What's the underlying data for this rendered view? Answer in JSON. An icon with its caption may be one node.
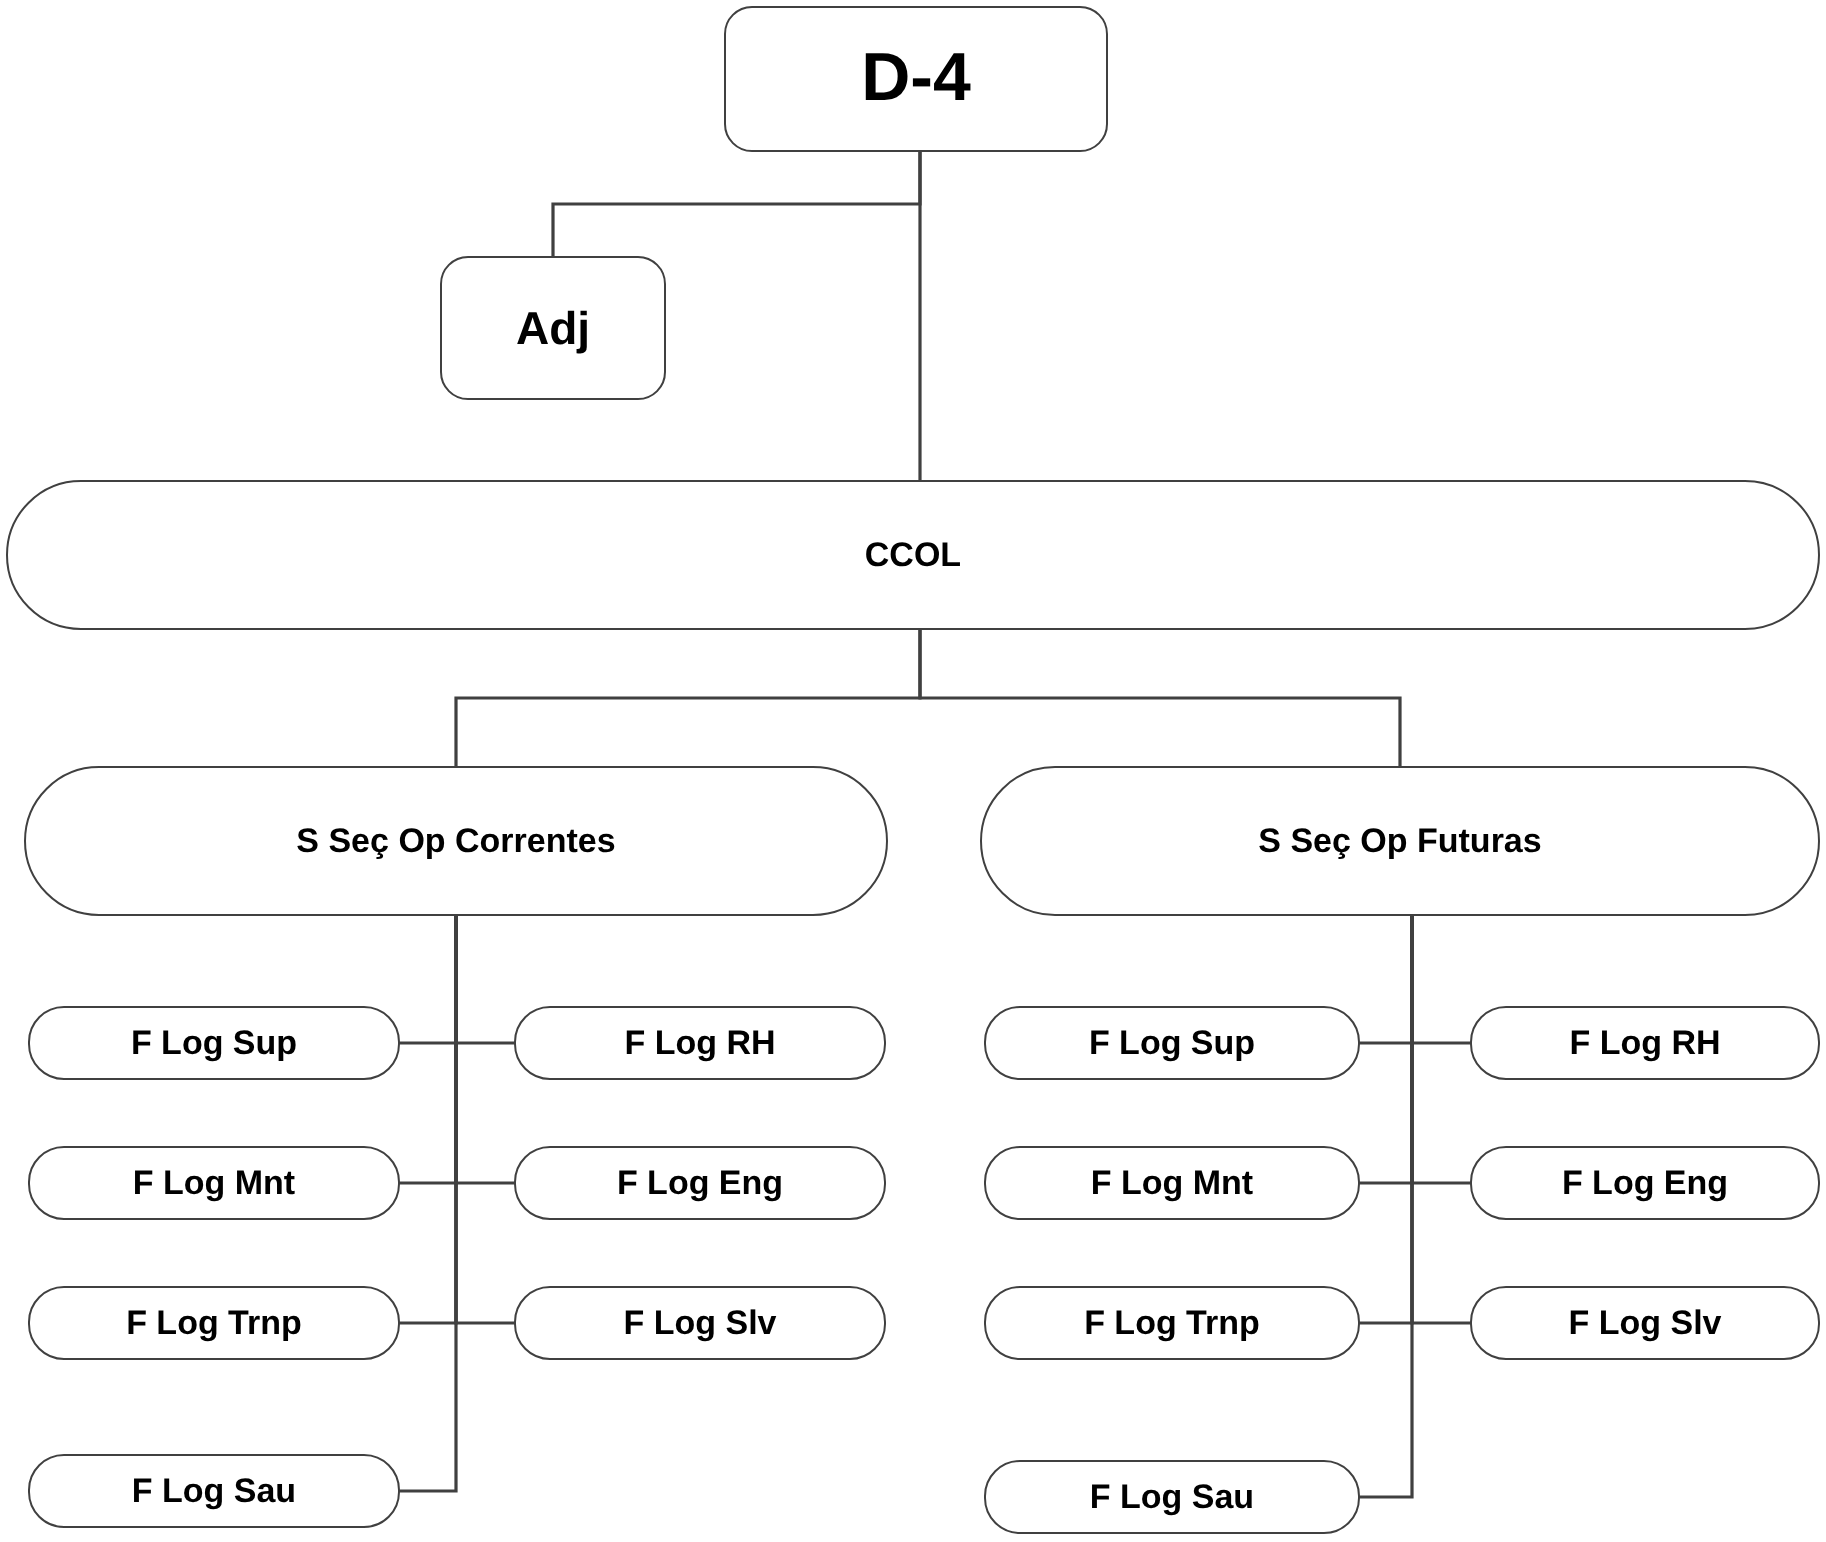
{
  "diagram": {
    "nodes": [
      {
        "text": [
          "D-4"
        ]
      },
      {
        "text": [
          "Adj"
        ]
      },
      {
        "text": [
          "CCOL"
        ]
      },
      {
        "text": [
          "S Seç Op Correntes"
        ]
      },
      {
        "text": [
          "S Seç Op Futuras"
        ]
      },
      {
        "text": [
          "F Log Sup"
        ]
      },
      {
        "text": [
          "F Log RH"
        ]
      },
      {
        "text": [
          "F Log Mnt"
        ]
      },
      {
        "text": [
          "F Log Eng"
        ]
      },
      {
        "text": [
          "F Log Trnp"
        ]
      },
      {
        "text": [
          "F Log Slv"
        ]
      },
      {
        "text": [
          "F Log Sau"
        ]
      },
      {
        "text": [
          "F Log Sup"
        ]
      },
      {
        "text": [
          "F Log RH"
        ]
      },
      {
        "text": [
          "F Log Mnt"
        ]
      },
      {
        "text": [
          "F Log Eng"
        ]
      },
      {
        "text": [
          "F Log Trnp"
        ]
      },
      {
        "text": [
          "F Log Slv"
        ]
      },
      {
        "text": [
          "F Log Sau"
        ]
      }
    ],
    "edges": [
      {
        "from": 0,
        "to": 2,
        "arrow": "none"
      },
      {
        "from": 0,
        "to": 1,
        "arrow": "none"
      },
      {
        "from": 2,
        "to": 3,
        "arrow": "none"
      },
      {
        "from": 2,
        "to": 4,
        "arrow": "none"
      },
      {
        "from": 3,
        "to": 5,
        "arrow": "none"
      },
      {
        "from": 3,
        "to": 6,
        "arrow": "none"
      },
      {
        "from": 3,
        "to": 7,
        "arrow": "none"
      },
      {
        "from": 3,
        "to": 8,
        "arrow": "none"
      },
      {
        "from": 3,
        "to": 9,
        "arrow": "none"
      },
      {
        "from": 3,
        "to": 10,
        "arrow": "none"
      },
      {
        "from": 3,
        "to": 11,
        "arrow": "none"
      },
      {
        "from": 4,
        "to": 12,
        "arrow": "none"
      },
      {
        "from": 4,
        "to": 13,
        "arrow": "none"
      },
      {
        "from": 4,
        "to": 14,
        "arrow": "none"
      },
      {
        "from": 4,
        "to": 15,
        "arrow": "none"
      },
      {
        "from": 4,
        "to": 16,
        "arrow": "none"
      },
      {
        "from": 4,
        "to": 17,
        "arrow": "none"
      },
      {
        "from": 4,
        "to": 18,
        "arrow": "none"
      }
    ]
  }
}
